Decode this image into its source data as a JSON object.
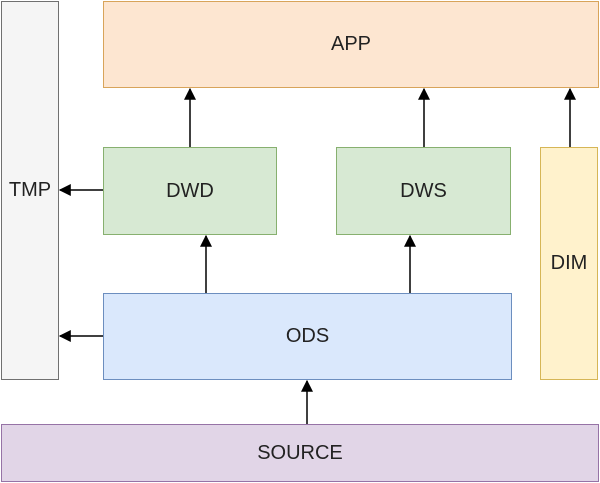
{
  "diagram": {
    "boxes": {
      "app": {
        "label": "APP",
        "fill": "#fde6d1",
        "stroke": "#d8a45a"
      },
      "tmp": {
        "label": "TMP",
        "fill": "#f5f5f5",
        "stroke": "#707070"
      },
      "dwd": {
        "label": "DWD",
        "fill": "#d7e9d3",
        "stroke": "#87b06f"
      },
      "dws": {
        "label": "DWS",
        "fill": "#d7e9d3",
        "stroke": "#87b06f"
      },
      "dim": {
        "label": "DIM",
        "fill": "#fff2cc",
        "stroke": "#d6b656"
      },
      "ods": {
        "label": "ODS",
        "fill": "#dae8fc",
        "stroke": "#6c8ebf"
      },
      "source": {
        "label": "SOURCE",
        "fill": "#e1d5e7",
        "stroke": "#9673a6"
      }
    },
    "arrows": [
      {
        "from": "SOURCE",
        "to": "ODS"
      },
      {
        "from": "ODS",
        "to": "DWD"
      },
      {
        "from": "ODS",
        "to": "DWS"
      },
      {
        "from": "ODS",
        "to": "TMP"
      },
      {
        "from": "DWD",
        "to": "APP"
      },
      {
        "from": "DWD",
        "to": "TMP"
      },
      {
        "from": "DWS",
        "to": "APP"
      },
      {
        "from": "DIM",
        "to": "APP"
      }
    ],
    "arrow_color": "#000000"
  }
}
